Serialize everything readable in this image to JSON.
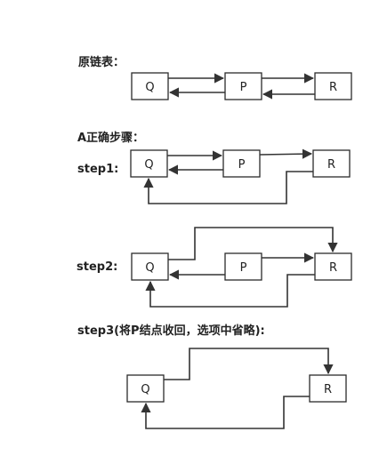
{
  "sections": {
    "original": {
      "label": "原链表："
    },
    "correct": {
      "label": "A正确步骤："
    },
    "step1": {
      "label": "step1:"
    },
    "step2": {
      "label": "step2:"
    },
    "step3": {
      "label": "step3(将P结点收回，选项中省略):"
    }
  },
  "nodes": {
    "q": "Q",
    "p": "P",
    "r": "R"
  },
  "colors": {
    "line": "#333333",
    "box_border": "#2b2b2b",
    "text": "#222222",
    "background": "#ffffff"
  }
}
